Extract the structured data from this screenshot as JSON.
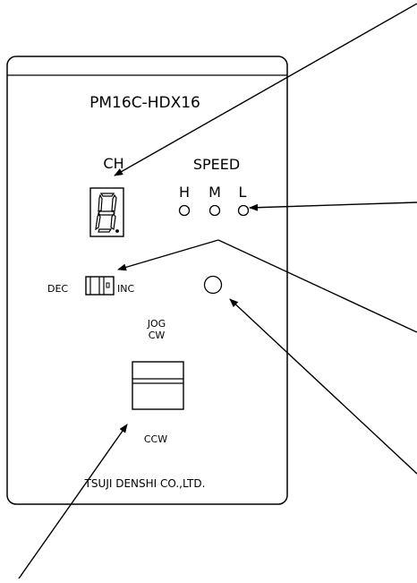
{
  "panel": {
    "model": "PM16C-HDX16",
    "manufacturer": "TSUJI DENSHI CO.,LTD."
  },
  "channel_display": {
    "label": "CH"
  },
  "speed": {
    "label": "SPEED",
    "leds": [
      "H",
      "M",
      "L"
    ]
  },
  "dec_inc_switch": {
    "left_label": "DEC",
    "right_label": "INC"
  },
  "jog_switch": {
    "label_top_1": "JOG",
    "label_top_2": "CW",
    "label_bottom": "CCW"
  },
  "colors": {
    "ink": "#000000",
    "paper": "#ffffff"
  }
}
